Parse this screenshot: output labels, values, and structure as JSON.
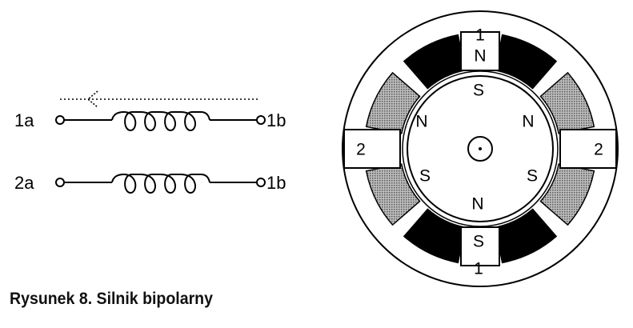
{
  "caption": "Rysunek 8. Silnik bipolarny",
  "schematic": {
    "coil1": {
      "left_label": "1a",
      "right_label": "1b"
    },
    "coil2": {
      "left_label": "2a",
      "right_label": "1b"
    }
  },
  "motor": {
    "phase_top": "1",
    "phase_bottom": "1",
    "phase_left": "2",
    "phase_right": "2",
    "stator_top_pole": "N",
    "stator_bottom_pole": "S",
    "rotor_poles": {
      "top": "S",
      "upper_left": "N",
      "upper_right": "N",
      "lower_left": "S",
      "lower_right": "S",
      "bottom": "N"
    }
  },
  "colors": {
    "line": "#000000",
    "winding_dark": "#000000",
    "winding_gray": "#9a9a9a"
  }
}
